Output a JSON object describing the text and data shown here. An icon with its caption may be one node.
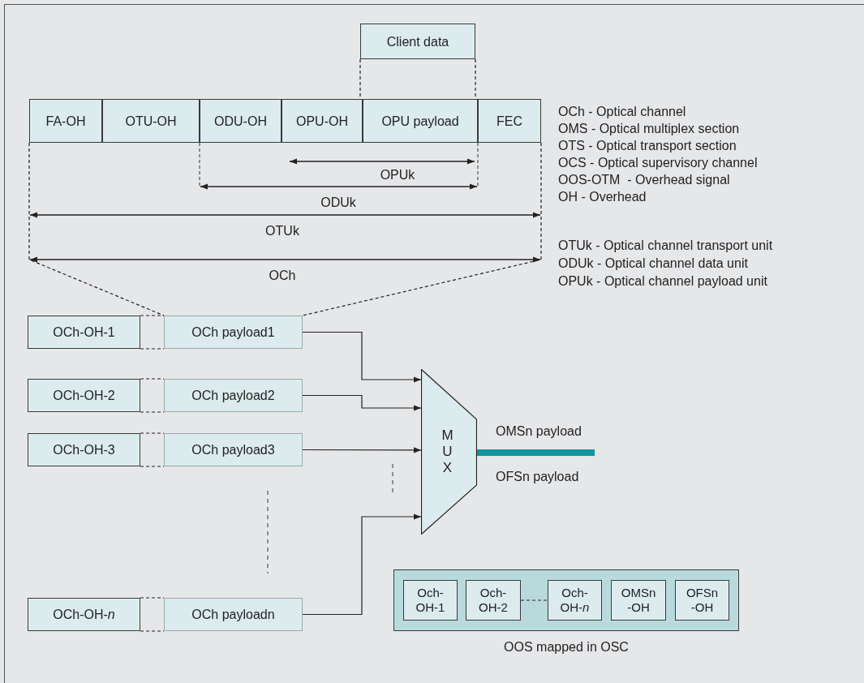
{
  "diagram": {
    "nodes": [
      {
        "text": [
          "Client data"
        ]
      },
      {
        "text": [
          "FA-OH"
        ]
      },
      {
        "text": [
          "OTU-OH"
        ]
      },
      {
        "text": [
          "ODU-OH"
        ]
      },
      {
        "text": [
          "OPU-OH"
        ]
      },
      {
        "text": [
          "OPU payload"
        ]
      },
      {
        "text": [
          "FEC"
        ]
      },
      {
        "text": [
          "OCh-OH-1"
        ]
      },
      {
        "text": [
          "OCh payload1"
        ]
      },
      {
        "text": [
          "OCh-OH-2"
        ]
      },
      {
        "text": [
          "OCh payload2"
        ]
      },
      {
        "text": [
          "OCh-OH-3"
        ]
      },
      {
        "text": [
          "OCh payload3"
        ]
      },
      {
        "text": [
          "OCh-OH-*n*"
        ]
      },
      {
        "text": [
          "OCh payloadn"
        ]
      },
      {
        "text": [
          "MUX"
        ]
      },
      {
        "text": [],
        "shape": "box"
      },
      {
        "text": [
          "Och- OH-1"
        ],
        "in": 16
      },
      {
        "text": [
          "Och- OH-2"
        ],
        "in": 16
      },
      {
        "text": [
          "Och- OH-*n*"
        ],
        "in": 16
      },
      {
        "text": [
          "OMSn -OH"
        ],
        "in": 16
      },
      {
        "text": [
          "OFSn -OH"
        ],
        "in": 16
      }
    ],
    "edges": [
      {
        "from": 8,
        "to": 15,
        "arrow": "to"
      },
      {
        "from": 10,
        "to": 15,
        "arrow": "to"
      },
      {
        "from": 12,
        "to": 15,
        "arrow": "to"
      },
      {
        "from": 14,
        "to": 15,
        "arrow": "to"
      },
      {
        "from": 15,
        "to": null,
        "arrow": "none",
        "style": "thick",
        "color": "#10969b"
      },
      {
        "from": 0,
        "to": 5,
        "arrow": "none",
        "style": "dashed"
      },
      {
        "from": 1,
        "to": 8,
        "arrow": "none",
        "style": "dashed"
      },
      {
        "from": 6,
        "to": 8,
        "arrow": "none",
        "style": "dashed"
      },
      {
        "from": 7,
        "to": 8,
        "arrow": "none",
        "style": "dashed"
      },
      {
        "from": 9,
        "to": 10,
        "arrow": "none",
        "style": "dashed"
      },
      {
        "from": 11,
        "to": 12,
        "arrow": "none",
        "style": "dashed"
      },
      {
        "from": 13,
        "to": 14,
        "arrow": "none",
        "style": "dashed"
      },
      {
        "from": 18,
        "to": 19,
        "arrow": "none",
        "style": "dashed"
      },
      {
        "from": 0,
        "to": 5,
        "arrow": "none",
        "style": "dashed"
      }
    ],
    "labels": [
      "OCh - Optical channel",
      "OMS - Optical multiplex section",
      "OTS - Optical transport section",
      "OCS - Optical supervisory channel",
      "OOS-OTM  - Overhead signal",
      "OH - Overhead",
      "OPUk",
      "ODUk",
      "OTUk",
      "OTUk - Optical channel transport unit",
      "ODUk - Optical channel data unit",
      "OPUk - Optical channel payload unit",
      "OCh",
      "OMSn payload",
      "OFSn payload",
      "OOS mapped in OSC"
    ]
  }
}
